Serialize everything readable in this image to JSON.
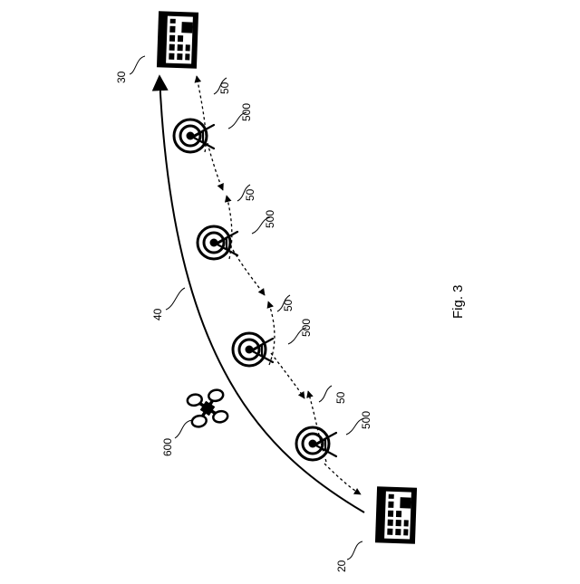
{
  "figure": {
    "caption": "Fig. 3",
    "labels": {
      "top_building": "30",
      "bottom_building": "20",
      "route": "40",
      "drone": "600",
      "link_1": "50",
      "link_2": "50",
      "link_3": "50",
      "link_4": "50",
      "station_1": "500",
      "station_2": "500",
      "station_3": "500",
      "station_4": "500"
    }
  },
  "icons": [
    "building-icon",
    "antenna-tower-icon",
    "drone-icon"
  ]
}
